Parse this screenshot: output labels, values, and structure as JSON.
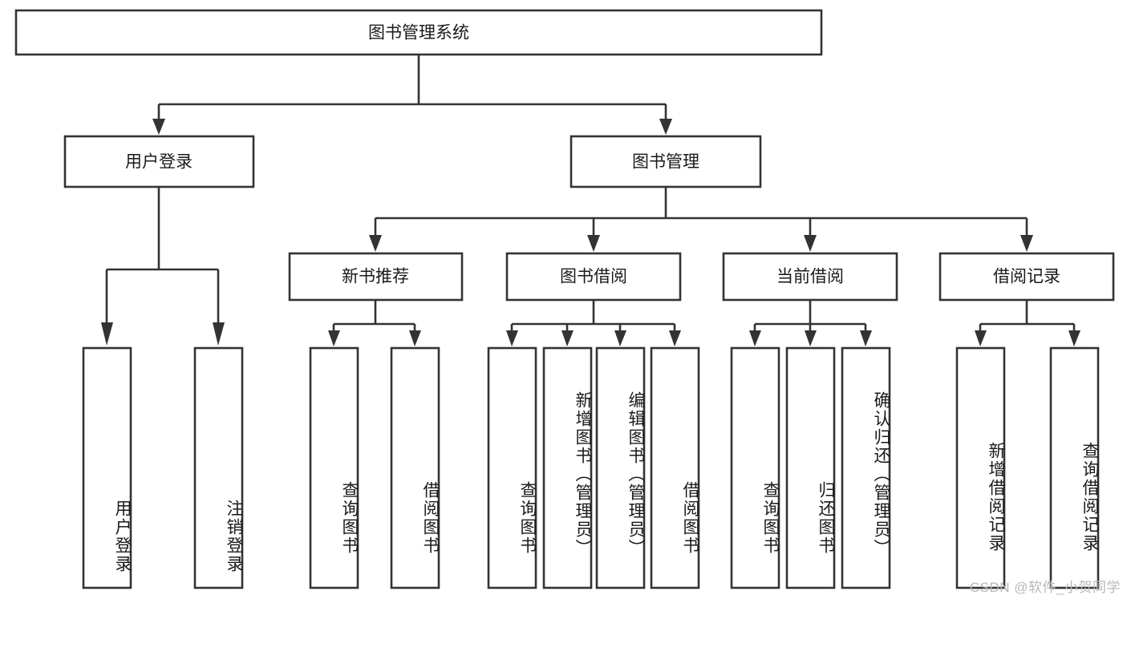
{
  "diagram": {
    "type": "tree-hierarchy",
    "title": "图书管理系统",
    "watermark": "CSDN @软件_小贺同学",
    "colors": {
      "stroke": "#333333",
      "fill": "#ffffff",
      "text": "#1a1a1a",
      "watermark": "#b8b8b8",
      "background": "#ffffff"
    },
    "levels": {
      "root": {
        "label": "图书管理系统"
      },
      "level2": [
        {
          "label": "用户登录"
        },
        {
          "label": "图书管理"
        }
      ],
      "level3": [
        {
          "label": "新书推荐",
          "parent": "图书管理"
        },
        {
          "label": "图书借阅",
          "parent": "图书管理"
        },
        {
          "label": "当前借阅",
          "parent": "图书管理"
        },
        {
          "label": "借阅记录",
          "parent": "图书管理"
        }
      ],
      "leaves": [
        {
          "label": "用户登录",
          "parent": "用户登录",
          "orientation": "vertical"
        },
        {
          "label": "注销登录",
          "parent": "用户登录",
          "orientation": "vertical"
        },
        {
          "label": "查询图书",
          "parent": "新书推荐",
          "orientation": "vertical"
        },
        {
          "label": "借阅图书",
          "parent": "新书推荐",
          "orientation": "vertical"
        },
        {
          "label": "查询图书",
          "parent": "图书借阅",
          "orientation": "vertical"
        },
        {
          "label": "新增图书（管理员）",
          "parent": "图书借阅",
          "orientation": "vertical"
        },
        {
          "label": "编辑图书（管理员）",
          "parent": "图书借阅",
          "orientation": "vertical"
        },
        {
          "label": "借阅图书",
          "parent": "图书借阅",
          "orientation": "vertical"
        },
        {
          "label": "查询图书",
          "parent": "当前借阅",
          "orientation": "vertical"
        },
        {
          "label": "归还图书",
          "parent": "当前借阅",
          "orientation": "vertical"
        },
        {
          "label": "确认归还（管理员）",
          "parent": "当前借阅",
          "orientation": "vertical"
        },
        {
          "label": "新增借阅记录",
          "parent": "借阅记录",
          "orientation": "vertical"
        },
        {
          "label": "查询借阅记录",
          "parent": "借阅记录",
          "orientation": "vertical"
        }
      ]
    }
  }
}
